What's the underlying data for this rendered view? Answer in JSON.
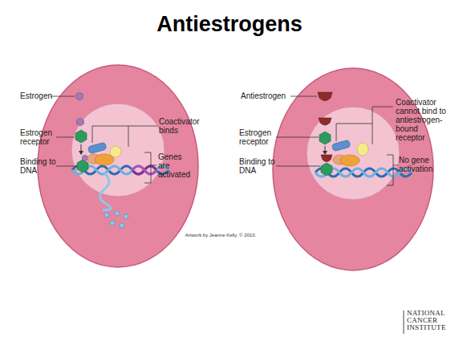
{
  "diagram": {
    "title": "Antiestrogens",
    "labels": [
      "Estrogen",
      "Estrogen receptor",
      "Binding to DNA",
      "Coactivator binds",
      "Genes are activated",
      "Antiestrogen",
      "Coactivator cannot bind to antiestrogen-bound receptor",
      "Estrogen receptor",
      "Binding to DNA",
      "No gene activation",
      "Artwork by Jeanne Kelly. © 2010.",
      "NATIONAL CANCER INSTITUTE"
    ]
  }
}
